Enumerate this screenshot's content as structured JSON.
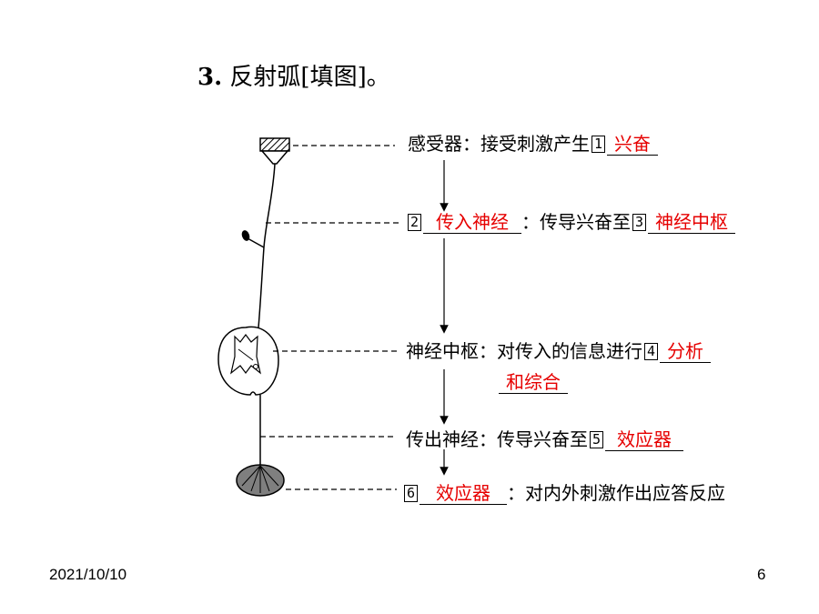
{
  "title": {
    "number": "3.",
    "text": "反射弧[填图]。"
  },
  "rows": {
    "receptor": {
      "label": "感受器：接受刺激产生",
      "box": "1",
      "answer": "兴奋"
    },
    "afferent": {
      "box": "2",
      "answer": "传入神经",
      "label": "：传导兴奋至",
      "box2": "3",
      "answer2": "神经中枢"
    },
    "center": {
      "label": "神经中枢：对传入的信息进行",
      "box": "4",
      "answer": "分析",
      "answer_cont": "和综合"
    },
    "efferent": {
      "label": "传出神经：传导兴奋至",
      "box": "5",
      "answer": "效应器"
    },
    "effector": {
      "box": "6",
      "answer": "效应器",
      "label": "：对内外刺激作出应答反应"
    }
  },
  "footer": {
    "date": "2021/10/10",
    "page": "6"
  }
}
